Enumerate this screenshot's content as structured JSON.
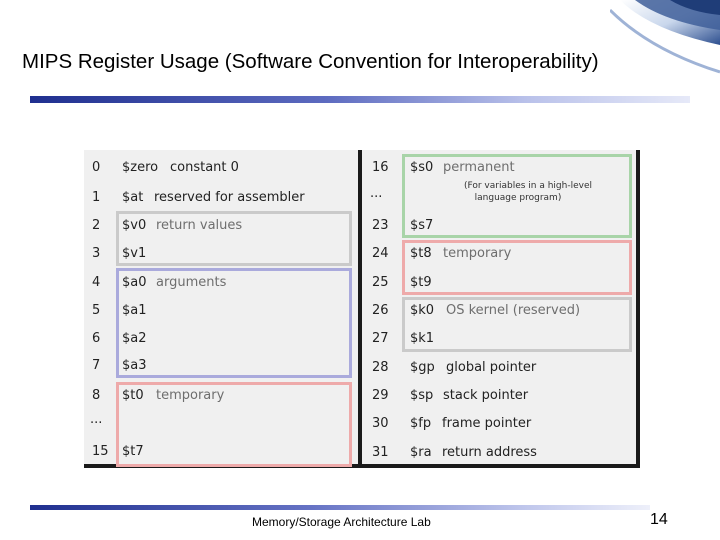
{
  "title": "MIPS Register Usage (Software Convention for Interoperability)",
  "footer": "Memory/Storage Architecture Lab",
  "page_number": "14",
  "left_rows": [
    {
      "num": "0",
      "reg": "$zero",
      "desc": "constant 0"
    },
    {
      "num": "1",
      "reg": "$at",
      "desc": "reserved for assembler"
    },
    {
      "num": "2",
      "reg": "$v0",
      "desc": "return values"
    },
    {
      "num": "3",
      "reg": "$v1",
      "desc": ""
    },
    {
      "num": "4",
      "reg": "$a0",
      "desc": "arguments"
    },
    {
      "num": "5",
      "reg": "$a1",
      "desc": ""
    },
    {
      "num": "6",
      "reg": "$a2",
      "desc": ""
    },
    {
      "num": "7",
      "reg": "$a3",
      "desc": ""
    },
    {
      "num": "8",
      "reg": "$t0",
      "desc": "temporary"
    },
    {
      "num": "...",
      "reg": "",
      "desc": ""
    },
    {
      "num": "15",
      "reg": "$t7",
      "desc": ""
    }
  ],
  "right_rows": [
    {
      "num": "16",
      "reg": "$s0",
      "desc": "permanent"
    },
    {
      "num": "...",
      "reg": "",
      "desc": ""
    },
    {
      "num": "23",
      "reg": "$s7",
      "desc": ""
    },
    {
      "num": "24",
      "reg": "$t8",
      "desc": "temporary"
    },
    {
      "num": "25",
      "reg": "$t9",
      "desc": ""
    },
    {
      "num": "26",
      "reg": "$k0",
      "desc": "OS kernel (reserved)"
    },
    {
      "num": "27",
      "reg": "$k1",
      "desc": ""
    },
    {
      "num": "28",
      "reg": "$gp",
      "desc": "global pointer"
    },
    {
      "num": "29",
      "reg": "$sp",
      "desc": "stack pointer"
    },
    {
      "num": "30",
      "reg": "$fp",
      "desc": "frame pointer"
    },
    {
      "num": "31",
      "reg": "$ra",
      "desc": "return address"
    }
  ],
  "s_note_line1": "(For variables in a high-level",
  "s_note_line2": "language program)",
  "colors": {
    "gray_box": "#cacaca",
    "blue_box": "#aaaadc",
    "pink_box": "#eeaaaa",
    "green_box": "#a8d4a8",
    "rule": "#1f2f8f"
  }
}
